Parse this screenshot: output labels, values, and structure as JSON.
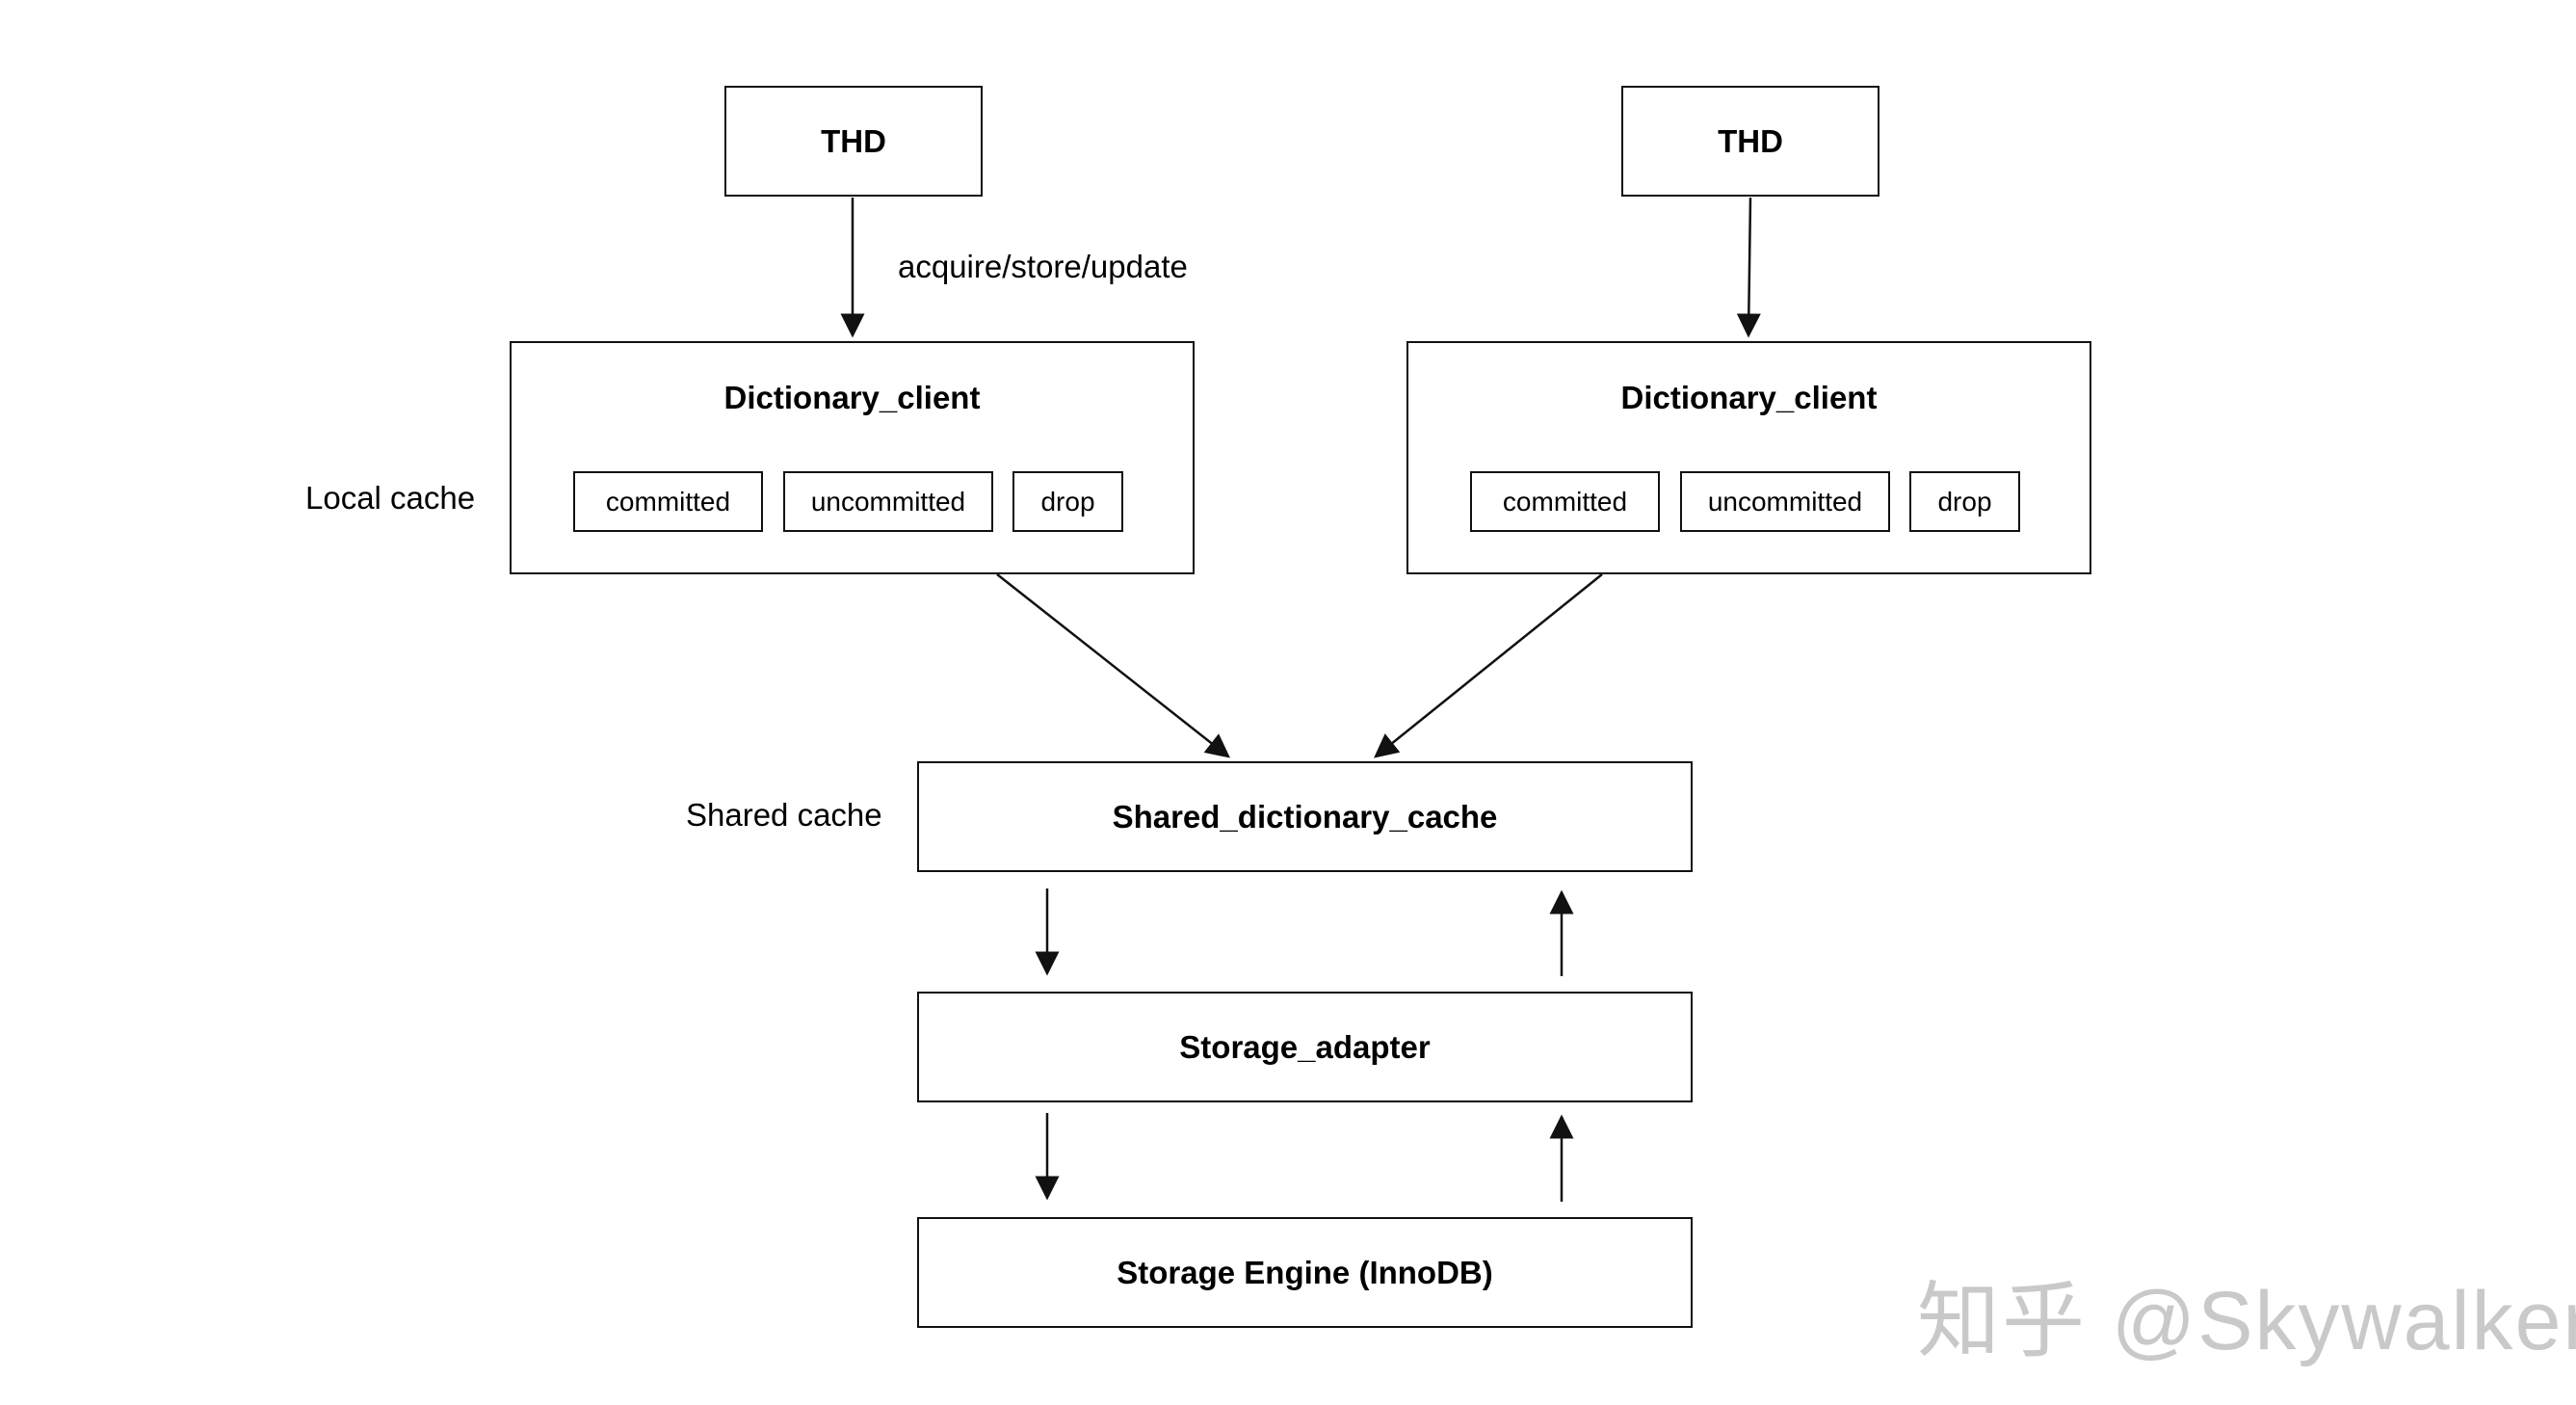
{
  "thd_left": "THD",
  "thd_right": "THD",
  "edge_label": "acquire/store/update",
  "client_left": {
    "title": "Dictionary_client",
    "parts": [
      "committed",
      "uncommitted",
      "drop"
    ]
  },
  "client_right": {
    "title": "Dictionary_client",
    "parts": [
      "committed",
      "uncommitted",
      "drop"
    ]
  },
  "labels": {
    "local_cache": "Local cache",
    "shared_cache": "Shared cache"
  },
  "shared_cache_box": "Shared_dictionary_cache",
  "storage_adapter_box": "Storage_adapter",
  "storage_engine_box": "Storage Engine (InnoDB)",
  "watermark": "知乎 @Skywalker"
}
